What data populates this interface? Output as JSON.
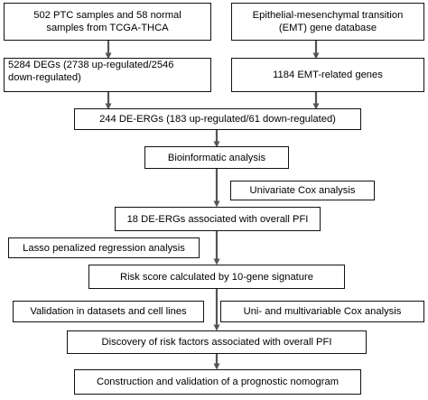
{
  "diagram": {
    "boxes": {
      "samples": {
        "line1": "502 PTC samples and 58 normal",
        "line2": "samples from TCGA-THCA"
      },
      "emt_db": {
        "line1": "Epithelial-mesenchymal transition",
        "line2": "(EMT) gene database"
      },
      "degs": {
        "line1": "5284 DEGs (2738 up-regulated/2546",
        "line2": "down-regulated)"
      },
      "emt_genes": "1184 EMT-related genes",
      "de_ergs": "244 DE-ERGs (183 up-regulated/61 down-regulated)",
      "bioinformatic": "Bioinformatic analysis",
      "univariate": "Univariate Cox analysis",
      "de_ergs_pfi": "18 DE-ERGs  associated with overall PFI",
      "lasso": "Lasso penalized regression analysis",
      "risk_score": "Risk score calculated by 10-gene signature",
      "validation": "Validation in datasets and cell lines",
      "multivariable": "Uni- and multivariable Cox analysis",
      "risk_factors": "Discovery of risk factors associated with overall PFI",
      "nomogram": "Construction and validation of a prognostic nomogram"
    }
  }
}
